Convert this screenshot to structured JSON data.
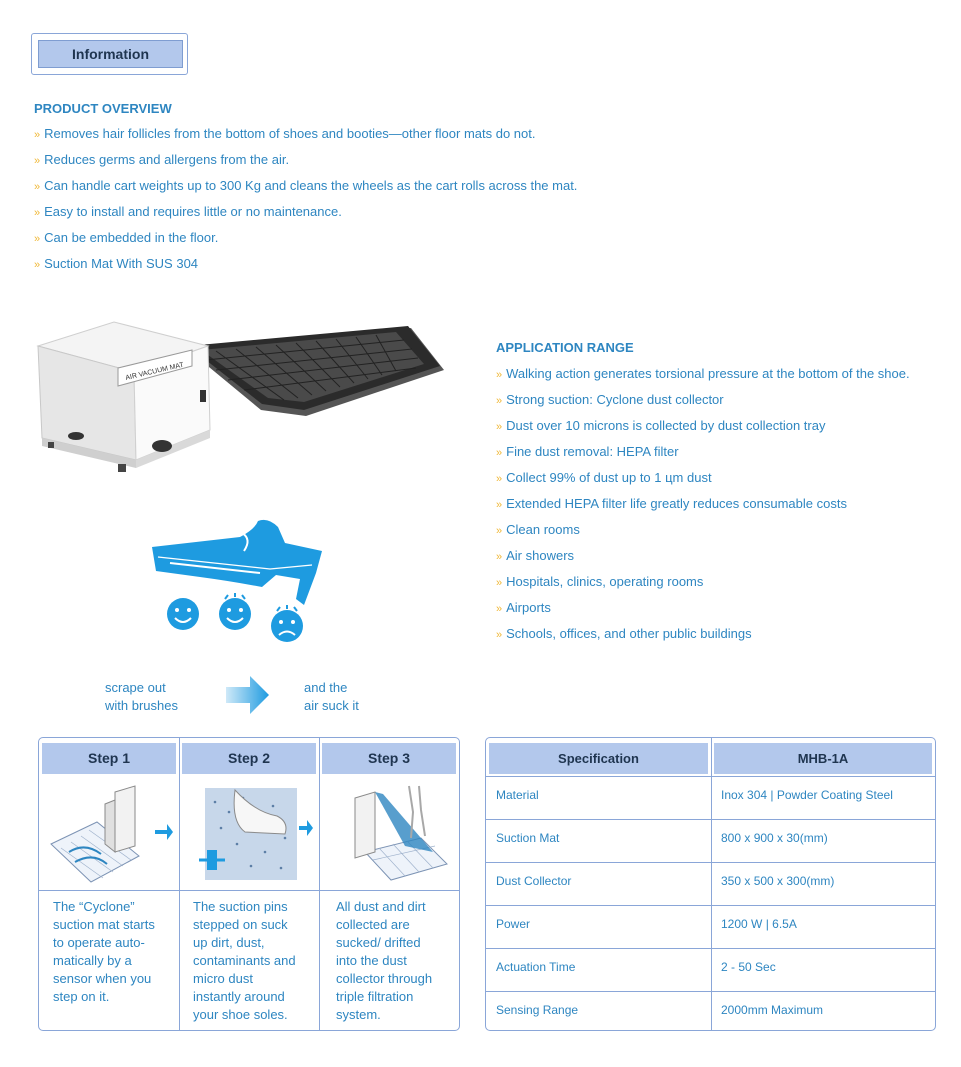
{
  "tab": {
    "label": "Information"
  },
  "overview": {
    "title": "PRODUCT OVERVIEW",
    "bullet_mark": "»",
    "items": [
      "Removes hair follicles from the bottom of shoes and booties—other floor mats do not.",
      "Reduces germs and allergens from the air.",
      "Can handle cart weights up to 300 Kg and cleans the wheels as the cart rolls across the mat.",
      "Easy to install and requires little or no maintenance.",
      "Can be embedded in the floor.",
      "Suction Mat With SUS 304"
    ]
  },
  "product": {
    "label": "AIR VACUUM MAT"
  },
  "application": {
    "title": "APPLICATION RANGE",
    "items": [
      "Walking action generates torsional pressure at the bottom of the shoe.",
      "Strong suction: Cyclone dust collector",
      "Dust over 10 microns is collected by dust collection tray",
      "Fine dust removal: HEPA filter",
      "Collect 99% of dust up to 1 цm dust",
      "Extended HEPA filter life greatly reduces consumable costs",
      "Clean rooms",
      "Air showers",
      "Hospitals, clinics, operating rooms",
      "Airports",
      "Schools, offices, and other public buildings"
    ]
  },
  "process": {
    "left_line1": "scrape out",
    "left_line2": "with brushes",
    "right_line1": "and the",
    "right_line2": "air suck it"
  },
  "steps": [
    {
      "title": "Step 1",
      "text": [
        "The “Cyclone”",
        "suction mat starts",
        "to operate auto-",
        "matically by a",
        "sensor when you",
        "step on it."
      ]
    },
    {
      "title": "Step 2",
      "text": [
        "The suction pins",
        "stepped on suck",
        "up dirt, dust,",
        "contaminants and",
        "micro dust",
        "instantly around",
        "your shoe soles."
      ]
    },
    {
      "title": "Step 3",
      "text": [
        "All dust and dirt",
        "collected are",
        "sucked/ drifted",
        "into the dust",
        "collector through",
        "triple filtration",
        "system."
      ]
    }
  ],
  "spec": {
    "header_label": "Specification",
    "header_model": "MHB-1A",
    "rows": [
      {
        "label": "Material",
        "value": "Inox 304 | Powder Coating Steel"
      },
      {
        "label": "Suction Mat",
        "value": "800 x 900 x 30(mm)"
      },
      {
        "label": "Dust Collector",
        "value": "350 x 500 x 300(mm)"
      },
      {
        "label": "Power",
        "value": "1200 W | 6.5A"
      },
      {
        "label": "Actuation Time",
        "value": "2 - 50 Sec"
      },
      {
        "label": "Sensing Range",
        "value": "2000mm Maximum"
      }
    ]
  },
  "colors": {
    "accent": "#2e86c1",
    "header_fill": "#b3c8ec",
    "border": "#8aa6d8",
    "bullet": "#f0b93a",
    "icon_blue": "#1e9be0"
  }
}
